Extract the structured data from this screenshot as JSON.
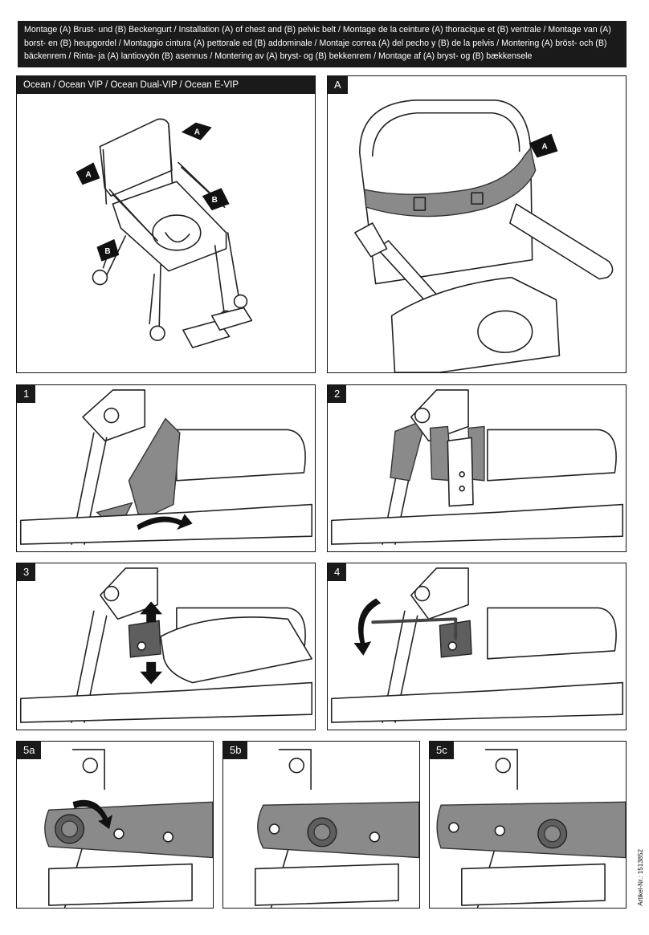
{
  "header": {
    "line1": "Montage (A) Brust- und (B) Beckengurt  / Installation (A) of chest and (B) pelvic belt / Montage de la ceinture (A) thoracique et (B) ventrale / Montage van (A)",
    "line2": "borst- en (B) heupgordel / Montaggio cintura (A) pettorale ed (B) addominale / Montaje correa (A) del pecho y (B) de la pelvis / Montering (A) bröst- och (B)",
    "line3": "bäckenrem / Rinta- ja (A) lantiovyön (B) asennus / Montering av (A) bryst- og (B) bekkenrem / Montage af (A) bryst- og (B) bækkensele"
  },
  "panels": {
    "overview": {
      "label": "Ocean / Ocean VIP / Ocean Dual-VIP / Ocean E-VIP"
    },
    "detail_a": {
      "label": "A"
    },
    "step1": {
      "label": "1"
    },
    "step2": {
      "label": "2"
    },
    "step3": {
      "label": "3"
    },
    "step4": {
      "label": "4"
    },
    "step5a": {
      "label": "5a"
    },
    "step5b": {
      "label": "5b"
    },
    "step5c": {
      "label": "5c"
    }
  },
  "markers": {
    "a": "A",
    "b": "B"
  },
  "article_number": "Artikel-Nr.: 1513852",
  "colors": {
    "header_bg": "#1a1a1a",
    "belt_grey": "#8a8a8a",
    "outline": "#222222"
  }
}
